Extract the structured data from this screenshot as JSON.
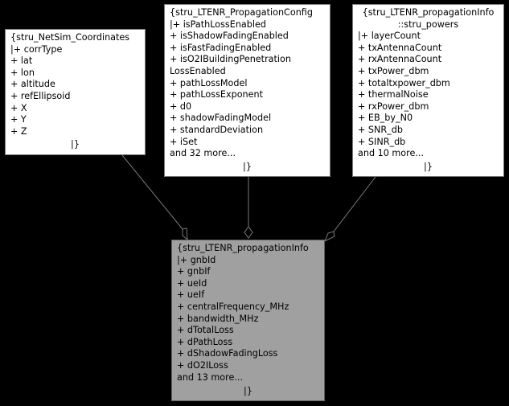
{
  "colors": {
    "background": "#000000",
    "node_fill": "#ffffff",
    "focus_fill": "#a0a0a0",
    "edge": "#7a7a7a"
  },
  "nodes": {
    "coords": {
      "title": "{stru_NetSim_Coordinates",
      "fields": [
        "|+ corrType",
        "+ lat",
        "+ lon",
        "+ altitude",
        "+ refEllipsoid",
        "+ X",
        "+ Y",
        "+ Z"
      ],
      "close": "|}"
    },
    "propconfig": {
      "title": "{stru_LTENR_PropagationConfig",
      "fields": [
        "|+ isPathLossEnabled",
        "+ isShadowFadingEnabled",
        "+ isFastFadingEnabled",
        "+ isO2IBuildingPenetration",
        "LossEnabled",
        "+ pathLossModel",
        "+ pathLossExponent",
        "+ d0",
        "+ shadowFadingModel",
        "+ standardDeviation",
        "+ iSet",
        "and 32 more..."
      ],
      "close": "|}"
    },
    "powers": {
      "title": "{stru_LTENR_propagationInfo",
      "title2": "::stru_powers",
      "fields": [
        "|+ layerCount",
        "+ txAntennaCount",
        "+ rxAntennaCount",
        "+ txPower_dbm",
        "+ totaltxpower_dbm",
        "+ thermalNoise",
        "+ rxPower_dbm",
        "+ EB_by_N0",
        "+ SNR_db",
        "+ SINR_db",
        "and 10 more..."
      ],
      "close": "|}"
    },
    "propinfo": {
      "title": "{stru_LTENR_propagationInfo",
      "fields": [
        "|+ gnbId",
        "+ gnbIf",
        "+ ueId",
        "+ ueIf",
        "+ centralFrequency_MHz",
        "+ bandwidth_MHz",
        "+ dTotalLoss",
        "+ dPathLoss",
        "+ dShadowFadingLoss",
        "+ dO2ILoss",
        "and 13 more..."
      ],
      "close": "|}"
    }
  }
}
